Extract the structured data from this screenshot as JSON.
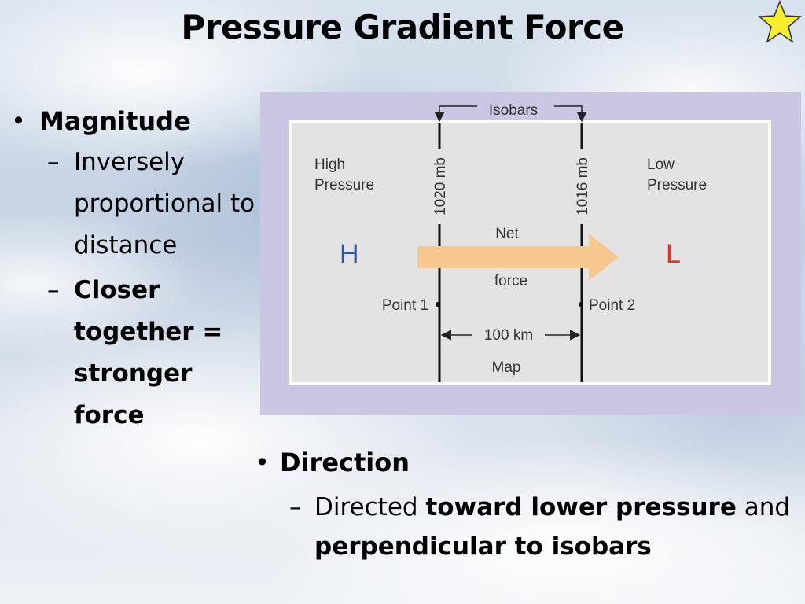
{
  "slide": {
    "title": "Pressure Gradient Force"
  },
  "left_bullets": {
    "magnitude_heading": "Magnitude",
    "sub1": "Inversely proportional to distance",
    "sub2": "Closer together = stronger force"
  },
  "right_bullets": {
    "direction_heading": "Direction",
    "sub_part1": "Directed ",
    "sub_bold1": "toward lower pressure",
    "sub_part2": " and ",
    "sub_bold2": "perpendicular to isobars"
  },
  "diagram": {
    "isobars_label": "Isobars",
    "high_label_line1": "High",
    "high_label_line2": "Pressure",
    "low_label_line1": "Low",
    "low_label_line2": "Pressure",
    "isobar1_value": "1020 mb",
    "isobar2_value": "1016 mb",
    "high_symbol": "H",
    "low_symbol": "L",
    "net_label": "Net",
    "force_label": "force",
    "point1_label": "Point 1",
    "point2_label": "Point 2",
    "distance_label": "100 km",
    "map_label": "Map",
    "colors": {
      "frame": "#cac6e4",
      "map_bg": "#e3e3e3",
      "arrow": "#f6c890",
      "high": "#2b5aa6",
      "low": "#e2301f",
      "star": "#f7ee2e"
    }
  }
}
